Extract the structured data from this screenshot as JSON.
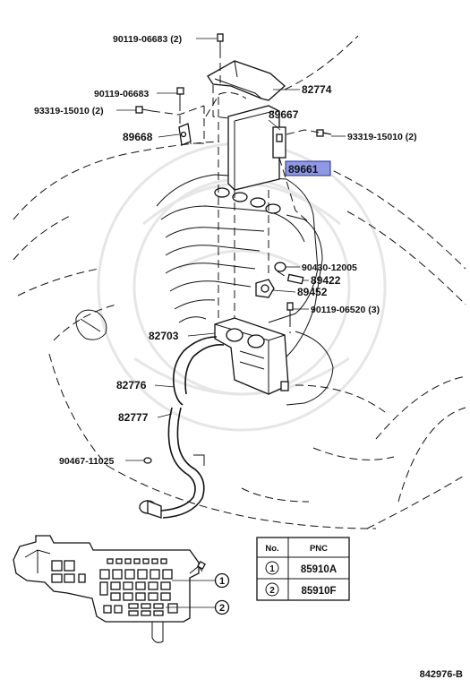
{
  "labels": {
    "p9011906683_2": "90119-06683 (2)",
    "p82774": "82774",
    "p9011906683": "90119-06683",
    "p9331915010_2_left": "93319-15010 (2)",
    "p89667": "89667",
    "p9331915010_2_right": "93319-15010 (2)",
    "p89668": "89668",
    "p89661": "89661",
    "p9043012005": "90430-12005",
    "p89422": "89422",
    "p89452": "89452",
    "p9011906520_3": "90119-06520 (3)",
    "p82703": "82703",
    "p82776": "82776",
    "p82777": "82777",
    "p9046711025": "90467-11025"
  },
  "callouts": [
    "1",
    "2"
  ],
  "table": {
    "headers": [
      "No.",
      "PNC"
    ],
    "rows": [
      {
        "no": "1",
        "pnc": "85910A"
      },
      {
        "no": "2",
        "pnc": "85910F"
      }
    ]
  },
  "footer": {
    "code": "842976-B"
  },
  "colors": {
    "highlight": "#8f98e6",
    "ink": "#111111",
    "watermark": "#e6e6e6"
  }
}
